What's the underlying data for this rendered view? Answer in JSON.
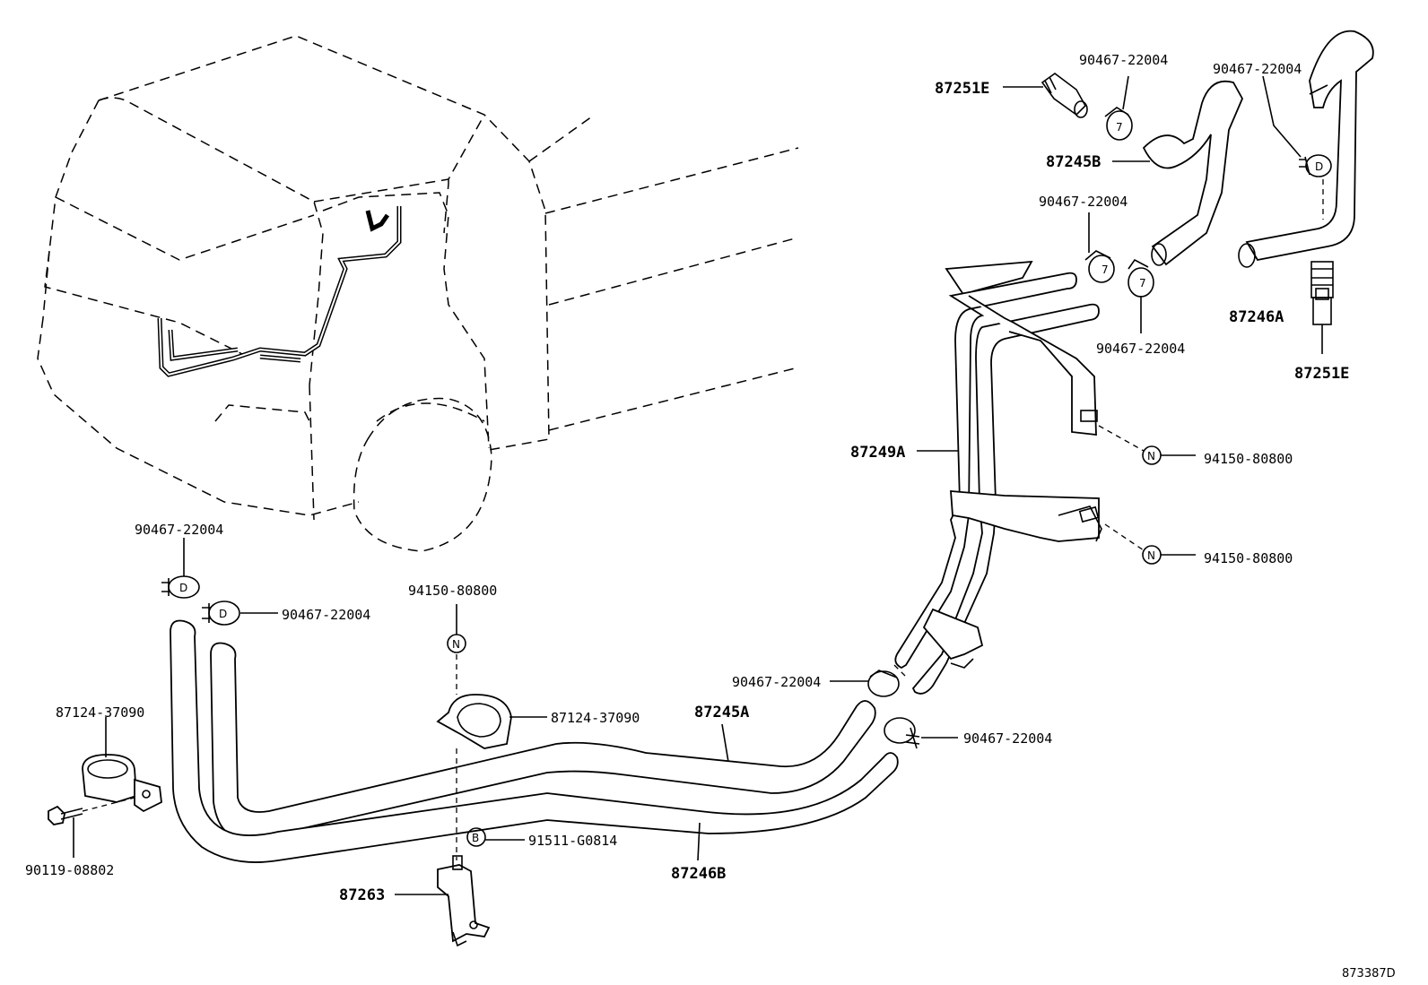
{
  "labels": {
    "l_87251E_top": "87251E",
    "l_90467_a": "90467-22004",
    "l_90467_b": "90467-22004",
    "l_87245B": "87245B",
    "l_90467_c": "90467-22004",
    "l_90467_d": "90467-22004",
    "l_87246A": "87246A",
    "l_87251E_right": "87251E",
    "l_87249A": "87249A",
    "l_94150_a": "94150-80800",
    "l_94150_b": "94150-80800",
    "l_90467_left1": "90467-22004",
    "l_90467_left2": "90467-22004",
    "l_94150_mid": "94150-80800",
    "l_87124_left": "87124-37090",
    "l_87124_mid": "87124-37090",
    "l_87245A": "87245A",
    "l_90467_e": "90467-22004",
    "l_90467_f": "90467-22004",
    "l_91511": "91511-G0814",
    "l_90119": "90119-08802",
    "l_87246B": "87246B",
    "l_87263": "87263",
    "l_ref": "873387D"
  },
  "symbols": {
    "n": "N",
    "b": "B"
  }
}
